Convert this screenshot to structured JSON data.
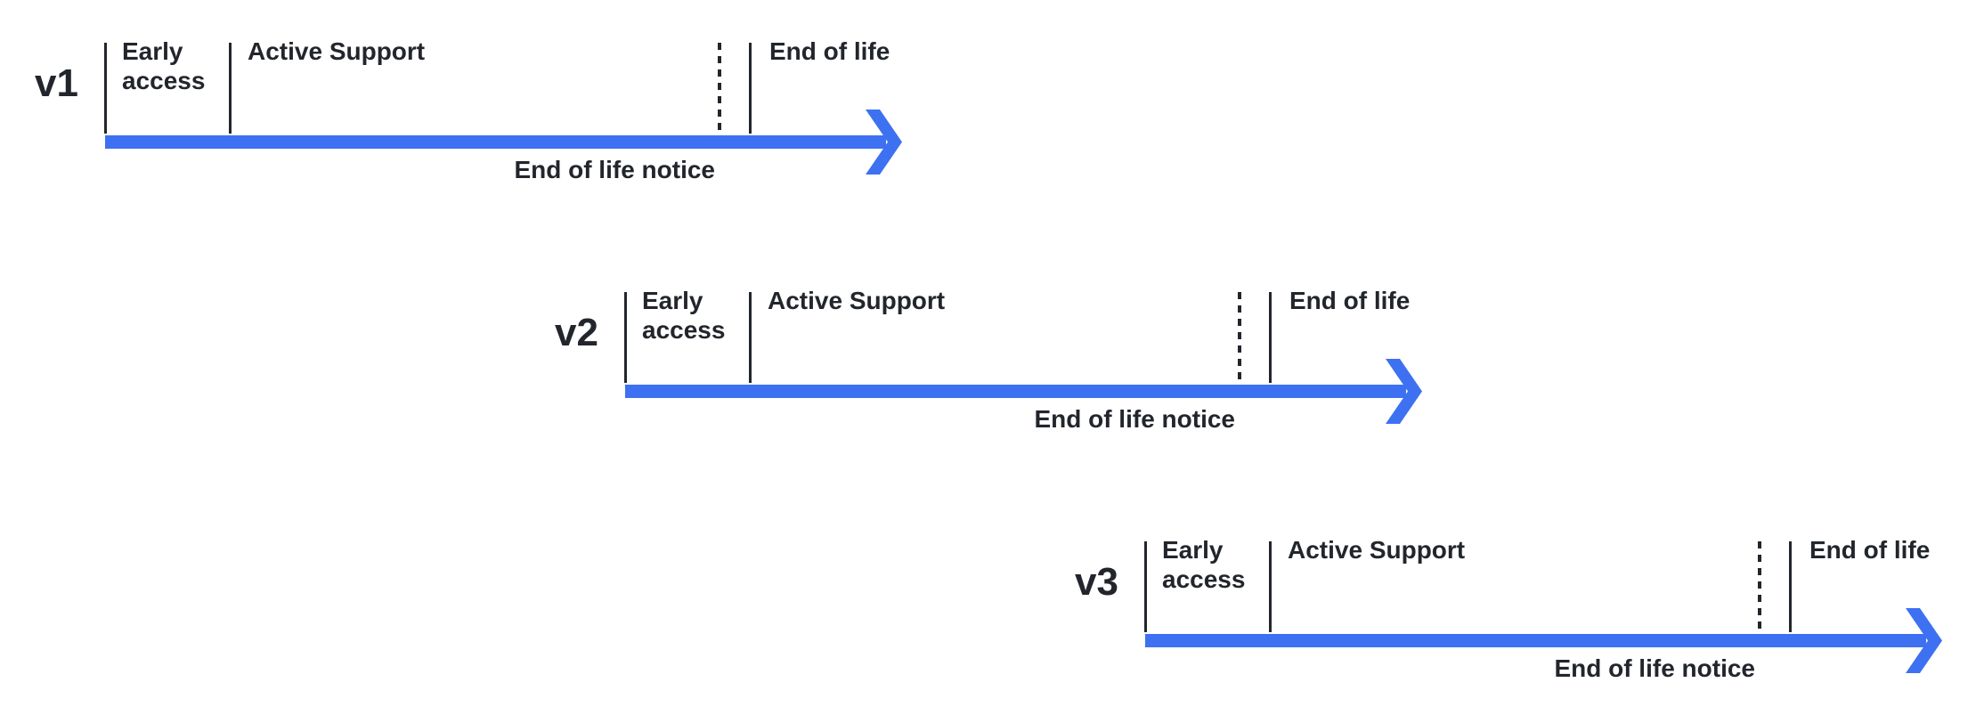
{
  "colors": {
    "accent": "#3d71f1",
    "ink": "#22262c"
  },
  "timelines": [
    {
      "version": "v1",
      "early_access": "Early access",
      "active_support": "Active Support",
      "end_of_life": "End of life",
      "end_of_life_notice": "End of life notice"
    },
    {
      "version": "v2",
      "early_access": "Early access",
      "active_support": "Active Support",
      "end_of_life": "End of life",
      "end_of_life_notice": "End of life notice"
    },
    {
      "version": "v3",
      "early_access": "Early access",
      "active_support": "Active Support",
      "end_of_life": "End of life",
      "end_of_life_notice": "End of life notice"
    }
  ]
}
